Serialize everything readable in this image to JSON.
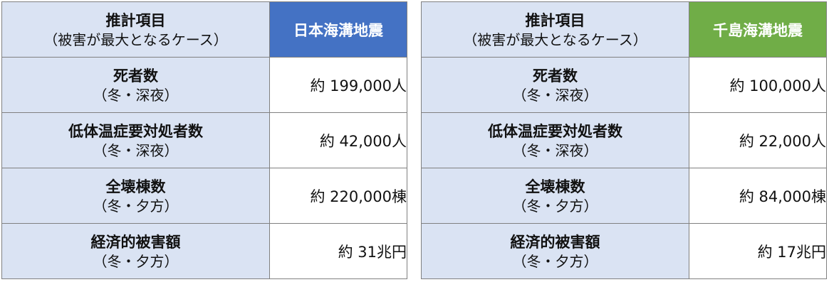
{
  "colors": {
    "label_bg": "#dae3f3",
    "japan_header_bg": "#4472c4",
    "chishima_header_bg": "#70ad47",
    "border": "#808080"
  },
  "tables": [
    {
      "header": {
        "item_label": "推計項目",
        "item_note": "（被害が最大となるケース）",
        "trench": "日本海溝地震"
      },
      "rows": [
        {
          "item": "死者数",
          "case": "（冬・深夜）",
          "value": "約 199,000人"
        },
        {
          "item": "低体温症要対処者数",
          "case": "（冬・深夜）",
          "value": "約 42,000人"
        },
        {
          "item": "全壊棟数",
          "case": "（冬・夕方）",
          "value": "約 220,000棟"
        },
        {
          "item": "経済的被害額",
          "case": "（冬・夕方）",
          "value": "約 31兆円"
        }
      ]
    },
    {
      "header": {
        "item_label": "推計項目",
        "item_note": "（被害が最大となるケース）",
        "trench": "千島海溝地震"
      },
      "rows": [
        {
          "item": "死者数",
          "case": "（冬・深夜）",
          "value": "約 100,000人"
        },
        {
          "item": "低体温症要対処者数",
          "case": "（冬・深夜）",
          "value": "約 22,000人"
        },
        {
          "item": "全壊棟数",
          "case": "（冬・夕方）",
          "value": "約 84,000棟"
        },
        {
          "item": "経済的被害額",
          "case": "（冬・夕方）",
          "value": "約 17兆円"
        }
      ]
    }
  ]
}
